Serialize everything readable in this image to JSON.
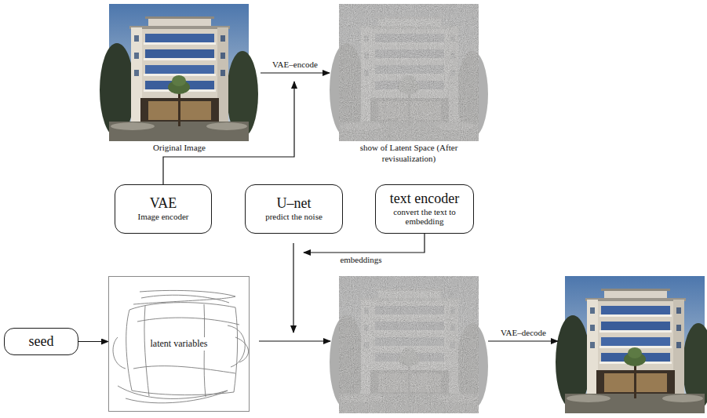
{
  "diagram": {
    "nodes": [
      {
        "text": [
          "VAE",
          "Image encoder"
        ]
      },
      {
        "text": [
          "U–net",
          "predict the noise"
        ]
      },
      {
        "text": [
          "text encoder",
          "convert the text to embedding"
        ]
      },
      {
        "text": [
          "seed"
        ]
      },
      {
        "text": [
          "latent variables"
        ]
      }
    ],
    "edges": [
      {
        "from": 3,
        "to": 4,
        "arrow": "to"
      }
    ],
    "labels": [
      "Original Image",
      "VAE–encode",
      "show of Latent Space (After revisualization)",
      "embeddings",
      "VAE–decode"
    ]
  }
}
